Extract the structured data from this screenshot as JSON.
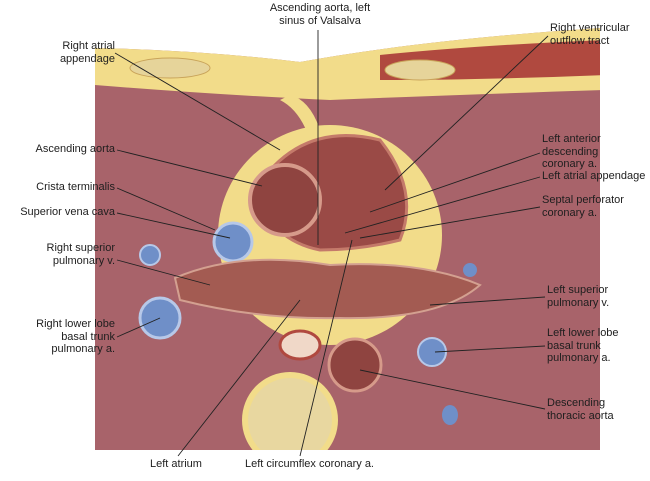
{
  "title": "Axial section through heart at level of left sinus of Valsalva",
  "labels": {
    "top": "Ascending aorta, left\nsinus of Valsalva",
    "right_atrial_appendage": "Right atrial\nappendage",
    "ascending_aorta": "Ascending aorta",
    "crista_terminalis": "Crista terminalis",
    "superior_vena_cava": "Superior vena cava",
    "right_superior_pulmonary_v": "Right superior\npulmonary v.",
    "right_lower_lobe": "Right lower lobe\nbasal trunk\npulmonary a.",
    "rvot": "Right ventricular\noutflow tract",
    "lad": "Left anterior\ndescending\ncoronary a.",
    "left_atrial_appendage": "Left atrial appendage",
    "septal_perforator": "Septal perforator\ncoronary a.",
    "left_superior_pulmonary_v": "Left superior\npulmonary v.",
    "left_lower_lobe": "Left lower lobe\nbasal trunk\npulmonary a.",
    "descending_aorta": "Descending\nthoracic aorta",
    "left_atrium": "Left atrium",
    "left_circumflex": "Left circumflex coronary a."
  },
  "colors": {
    "lung": "#a8636a",
    "fat": "#f2dc8a",
    "vessel_blue": "#6f8fc8",
    "chamber": "#9a4a46",
    "muscle": "#b0493f"
  }
}
